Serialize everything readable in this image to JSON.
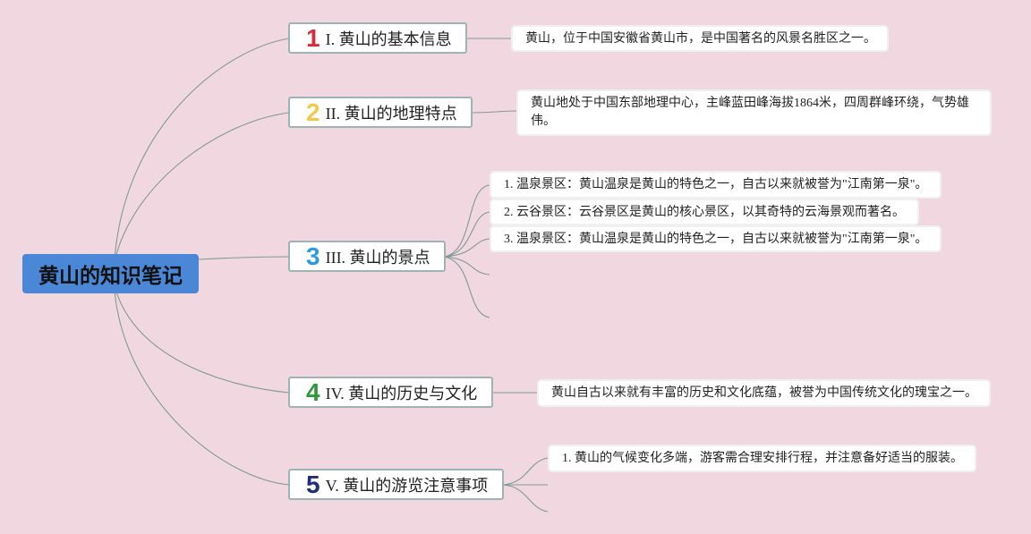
{
  "root": {
    "label": "黄山的知识笔记",
    "color": "#4a87d6"
  },
  "branches": [
    {
      "number": "1",
      "number_color": "#d92b3a",
      "label": "I. 黄山的基本信息",
      "details": [
        "黄山，位于中国安徽省黄山市，是中国著名的风景名胜区之一。"
      ]
    },
    {
      "number": "2",
      "number_color": "#f2c94a",
      "label": "II. 黄山的地理特点",
      "details": [
        "黄山地处于中国东部地理中心，主峰蓝田峰海拔1864米，四周群峰环绕，气势雄伟。"
      ]
    },
    {
      "number": "3",
      "number_color": "#2d9be0",
      "label": "III. 黄山的景点",
      "details": [
        "1. 温泉景区：黄山温泉是黄山的特色之一，自古以来就被誉为\"江南第一泉\"。",
        "2. 云谷景区：云谷景区是黄山的核心景区，以其奇特的云海景观而著名。",
        "3. 温泉景区：黄山温泉是黄山的特色之一，自古以来就被誉为\"江南第一泉\"。"
      ]
    },
    {
      "number": "4",
      "number_color": "#2c9a3a",
      "label": "IV. 黄山的历史与文化",
      "details": [
        "黄山自古以来就有丰富的历史和文化底蕴，被誉为中国传统文化的瑰宝之一。"
      ]
    },
    {
      "number": "5",
      "number_color": "#1d2f7a",
      "label": "V. 黄山的游览注意事项",
      "details": [
        "1. 黄山的气候变化多端，游客需合理安排行程，并注意备好适当的服装。"
      ]
    }
  ],
  "line_color": "#7f9a93"
}
